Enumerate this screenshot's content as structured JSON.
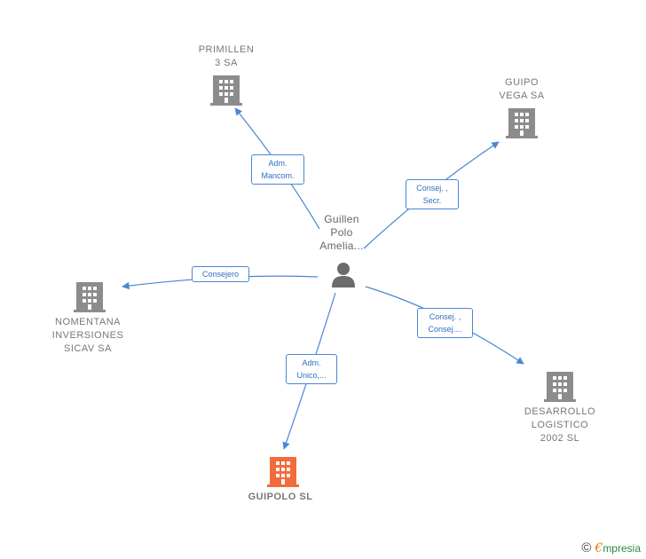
{
  "colors": {
    "edge": "#4a86d4",
    "building": "#8c8c8c",
    "building_main": "#f26b3a",
    "person": "#6b6b6b"
  },
  "nodes": {
    "center": {
      "label": "Guillen\nPolo\nAmelia..."
    },
    "primillen": {
      "label": "PRIMILLEN\n3 SA"
    },
    "guipo_vega": {
      "label": "GUIPO\nVEGA SA"
    },
    "nomentana": {
      "label": "NOMENTANA\nINVERSIONES\nSICAV SA"
    },
    "desarrollo": {
      "label": "DESARROLLO\nLOGISTICO\n2002 SL"
    },
    "guipolo": {
      "label": "GUIPOLO  SL"
    }
  },
  "edges": {
    "primillen": "Adm.\nMancom.",
    "guipo_vega": "Consej. ,\nSecr.",
    "nomentana": "Consejero",
    "desarrollo": "Consej. ,\nConsej....",
    "guipolo": "Adm.\nUnico,..."
  },
  "footer": {
    "copyright_symbol": "©",
    "brand_first": "€",
    "brand_rest": "mpresia"
  }
}
